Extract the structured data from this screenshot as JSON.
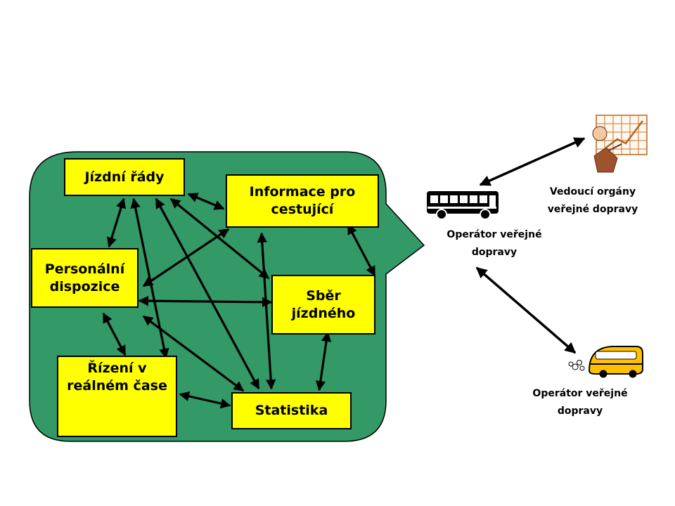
{
  "modules": {
    "jizdni_rady": "Jízdní řády",
    "informace": "Informace pro\ncestující",
    "personalni": "Personální\ndispozice",
    "sber": "Sběr\njízdného",
    "rizeni": "Řízení v\nreálném čase",
    "statistika": "Statistika"
  },
  "actors": {
    "operator_bus": "Operátor veřejné\ndopravy",
    "vedouci": "Vedoucí orgány\nveřejné dopravy",
    "operator_bus2": "Operátor veřejné\ndopravy"
  },
  "colors": {
    "callout_fill": "#339966",
    "box_fill": "#ffff00",
    "stroke": "#000000"
  },
  "icons": {
    "bus_dark": "bus-icon",
    "manager": "manager-chart-icon",
    "bus_yellow": "school-bus-icon"
  }
}
